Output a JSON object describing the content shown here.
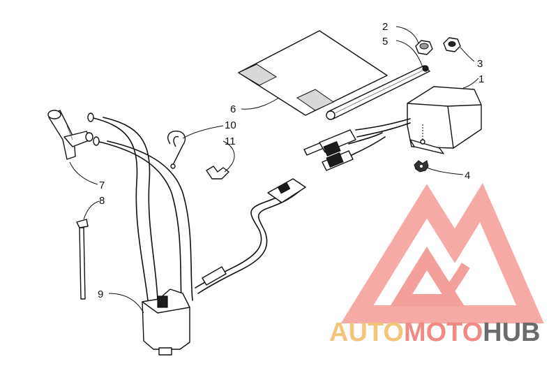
{
  "callouts": [
    {
      "id": "1",
      "label": "1"
    },
    {
      "id": "2",
      "label": "2"
    },
    {
      "id": "3",
      "label": "3"
    },
    {
      "id": "4",
      "label": "4"
    },
    {
      "id": "5",
      "label": "5"
    },
    {
      "id": "6",
      "label": "6"
    },
    {
      "id": "7",
      "label": "7"
    },
    {
      "id": "8",
      "label": "8"
    },
    {
      "id": "9",
      "label": "9"
    },
    {
      "id": "10",
      "label": "10"
    },
    {
      "id": "11",
      "label": "11"
    }
  ],
  "watermark": {
    "word_1": "AUTO",
    "word_2": "MOTO",
    "word_3": "HUB",
    "color_auto": "#f4c47a",
    "color_moto": "#f08a84",
    "color_hub": "#6b6b6b",
    "logo_color": "#f2908b"
  }
}
